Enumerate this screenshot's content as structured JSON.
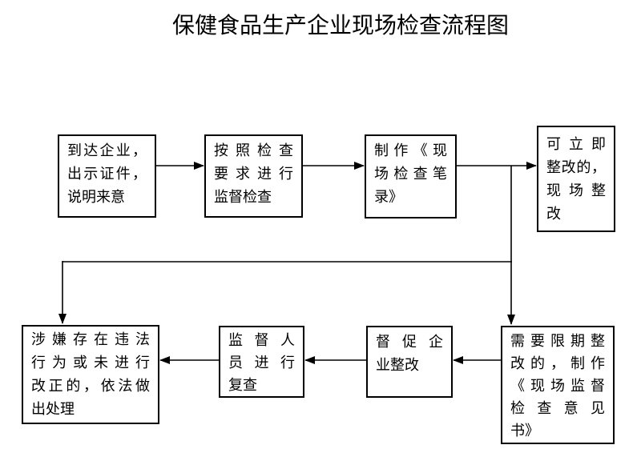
{
  "title": "保健食品生产企业现场检查流程图",
  "colors": {
    "line": "#000000",
    "text": "#000000",
    "background": "#ffffff"
  },
  "boxes": {
    "arrive": {
      "id": "arrive",
      "lines": [
        "到达企业，",
        "出示证件，",
        "说明来意"
      ]
    },
    "inspect": {
      "id": "inspect",
      "lines": [
        "按照检查",
        "要求进行",
        "监督检查"
      ]
    },
    "record": {
      "id": "record",
      "lines": [
        "制作《现",
        "场检查笔",
        "录》"
      ]
    },
    "immediate": {
      "id": "immediate",
      "lines": [
        "可立即",
        "整改的，",
        "现场整",
        "改"
      ]
    },
    "deadline": {
      "id": "deadline",
      "lines": [
        "需要限期整",
        "改的，制作",
        "《现场监督",
        "检查意见",
        "书》"
      ]
    },
    "urge": {
      "id": "urge",
      "lines": [
        "督促企",
        "业整改"
      ]
    },
    "recheck": {
      "id": "recheck",
      "lines": [
        "监督人",
        "员进行",
        "复查"
      ]
    },
    "punish": {
      "id": "punish",
      "lines": [
        "涉嫌存在违法",
        "行为或未进行",
        "改正的，依法做",
        "出处理"
      ]
    }
  },
  "edges": [
    {
      "from": "arrive",
      "to": "inspect"
    },
    {
      "from": "inspect",
      "to": "record"
    },
    {
      "from": "record",
      "to": "immediate"
    },
    {
      "from": "record",
      "to": "deadline"
    },
    {
      "from": "record",
      "to": "punish"
    },
    {
      "from": "deadline",
      "to": "urge"
    },
    {
      "from": "urge",
      "to": "recheck"
    },
    {
      "from": "recheck",
      "to": "punish"
    }
  ]
}
